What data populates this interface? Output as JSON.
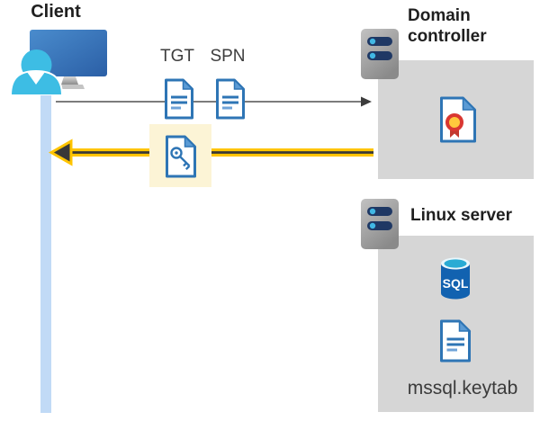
{
  "client": {
    "label": "Client"
  },
  "flow": {
    "tgt_label": "TGT",
    "spn_label": "SPN",
    "arrows": {
      "request": {
        "from": "Client",
        "to": "Domain controller",
        "direction": "right",
        "style": "thin-gray"
      },
      "response": {
        "from": "Domain controller",
        "to": "Client",
        "direction": "left",
        "style": "yellow-highlighted-key-ticket"
      }
    }
  },
  "domain_controller": {
    "label": "Domain controller"
  },
  "linux_server": {
    "label": "Linux server",
    "sql_label": "SQL",
    "keytab_label": "mssql.keytab"
  },
  "icons": {
    "client": "person-at-computer-icon",
    "tgt": "document-icon",
    "spn": "document-icon",
    "service_ticket": "key-document-icon",
    "domain_controller": "server-icon",
    "certificate": "certificate-icon",
    "linux_server": "server-icon",
    "database": "sql-database-icon",
    "keytab": "document-icon"
  },
  "colors": {
    "accent_yellow": "#FFC400",
    "highlight_fill": "#FCF4D6",
    "box_gray": "#D6D6D6",
    "doc_blue": "#2E75B5",
    "doc_fold_blue": "#5B9BD5",
    "person_cyan": "#3DBDE4",
    "monitor_blue": "#3A7CC0",
    "sql_blue": "#1262B0",
    "server_bar_navy": "#1F3864",
    "timeline_blue": "#C1DAF6",
    "arrow_dark": "#3C3C3C"
  }
}
